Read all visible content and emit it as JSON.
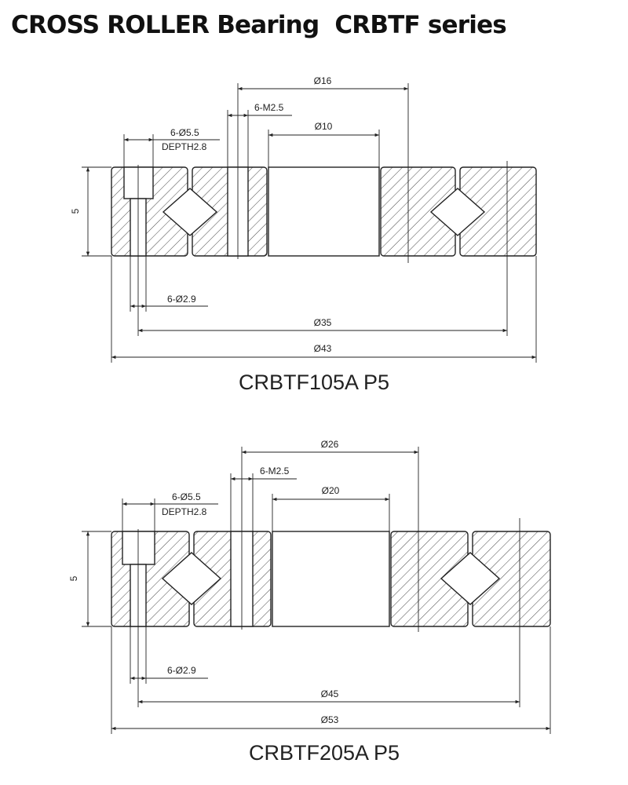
{
  "page": {
    "title": "CROSS ROLLER Bearing  CRBTF series"
  },
  "drawings": [
    {
      "model": "CRBTF105A P5",
      "height": "5",
      "mount_hole": "6-Ø5.5",
      "depth": "DEPTH2.8",
      "tap_hole": "6-M2.5",
      "small_hole": "6-Ø2.9",
      "d_inner": "Ø10",
      "d_flange": "Ø16",
      "d_pcd": "Ø35",
      "d_outer": "Ø43"
    },
    {
      "model": "CRBTF205A P5",
      "height": "5",
      "mount_hole": "6-Ø5.5",
      "depth": "DEPTH2.8",
      "tap_hole": "6-M2.5",
      "small_hole": "6-Ø2.9",
      "d_inner": "Ø20",
      "d_flange": "Ø26",
      "d_pcd": "Ø45",
      "d_outer": "Ø53"
    }
  ]
}
